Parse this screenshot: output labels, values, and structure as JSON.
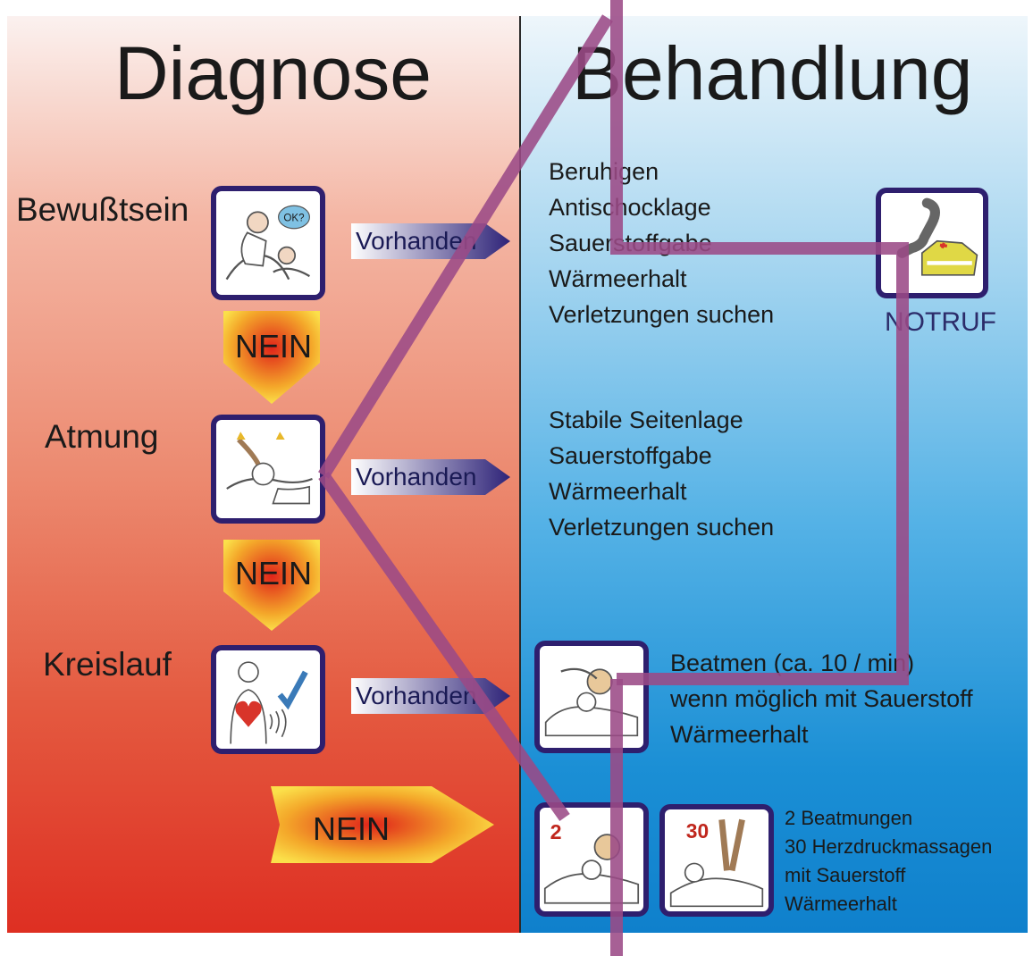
{
  "titles": {
    "diagnose": "Diagnose",
    "behandlung": "Behandlung"
  },
  "rows": [
    {
      "label": "Bewußtsein",
      "arrow": "Vorhanden",
      "icon": "ok-check-icon"
    },
    {
      "label": "Atmung",
      "arrow": "Vorhanden",
      "icon": "breathing-check-icon"
    },
    {
      "label": "Kreislauf",
      "arrow": "Vorhanden",
      "icon": "heart-pulse-icon"
    }
  ],
  "nein": [
    "NEIN",
    "NEIN",
    "NEIN"
  ],
  "treatments": {
    "bewusstsein": [
      "Beruhigen",
      "Antischocklage",
      "Sauerstoffgabe",
      "Wärmeerhalt",
      "Verletzungen suchen"
    ],
    "atmung": [
      "Stabile Seitenlage",
      "Sauerstoffgabe",
      "Wärmeerhalt",
      "Verletzungen suchen"
    ],
    "kreislauf": [
      "Beatmen (ca. 10 / min)",
      "wenn möglich mit Sauerstoff",
      "Wärmeerhalt"
    ],
    "cpr": [
      "2 Beatmungen",
      "30 Herzdruckmassagen",
      "mit Sauerstoff",
      "Wärmeerhalt"
    ]
  },
  "notruf": {
    "label": "NOTRUF",
    "icon": "emergency-call-icon"
  },
  "cpr_icons": {
    "breaths": "2",
    "compressions": "30"
  },
  "colors": {
    "path": "#9b4a86",
    "frame": "#2e1f6e"
  }
}
